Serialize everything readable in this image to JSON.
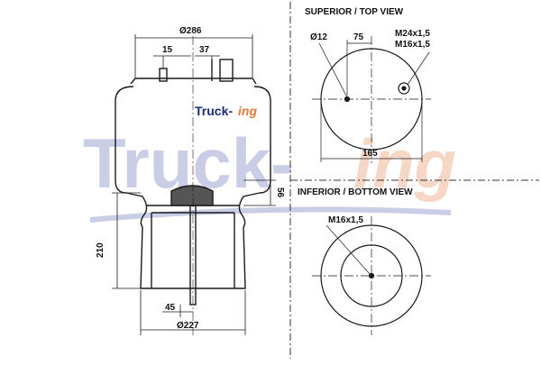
{
  "watermark": {
    "main": "Truck-",
    "suffix": "ing",
    "color_main": "#c9cde6",
    "color_suffix": "#f6d6c4"
  },
  "logo": {
    "main": "Truck-",
    "suffix": "ing",
    "color_main": "#1b2a7a",
    "color_suffix": "#e07a3c"
  },
  "views": {
    "top_title": "SUPERIOR / TOP VIEW",
    "bottom_title": "INFERIOR / BOTTOM VIEW"
  },
  "dimensions": {
    "side": {
      "top_diameter": "Ø286",
      "stud_offset_1": "15",
      "stud_offset_2": "37",
      "height": "210",
      "piston_offset": "56",
      "rod_offset": "45",
      "bottom_diameter": "Ø227"
    },
    "top": {
      "hole_diameter": "Ø12",
      "hole_spacing": "75",
      "thread_1": "M24x1,5",
      "thread_2": "M16x1,5",
      "width": "165"
    },
    "bottom": {
      "thread": "M16x1,5"
    }
  },
  "colors": {
    "line": "#1a1a1a",
    "divider": "#333333"
  }
}
